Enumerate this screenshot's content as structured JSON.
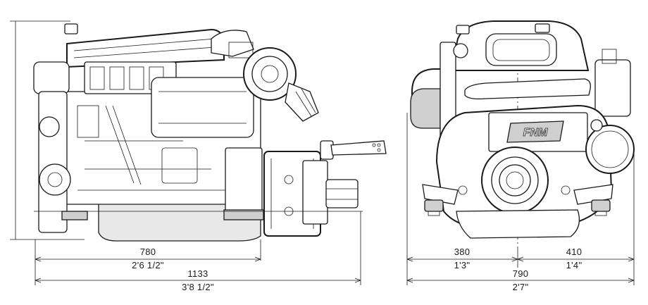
{
  "side_view": {
    "dim_length_transmission_mm": "780",
    "dim_length_transmission_imperial": "2'6 1/2\"",
    "dim_length_total_mm": "1133",
    "dim_length_total_imperial": "3'8 1/2\""
  },
  "front_view": {
    "dim_left_mm": "380",
    "dim_left_imperial": "1'3\"",
    "dim_right_mm": "410",
    "dim_right_imperial": "1'4\"",
    "dim_width_total_mm": "790",
    "dim_width_total_imperial": "2'7\""
  },
  "colors": {
    "line": "#1a1a1a",
    "background": "#ffffff"
  }
}
